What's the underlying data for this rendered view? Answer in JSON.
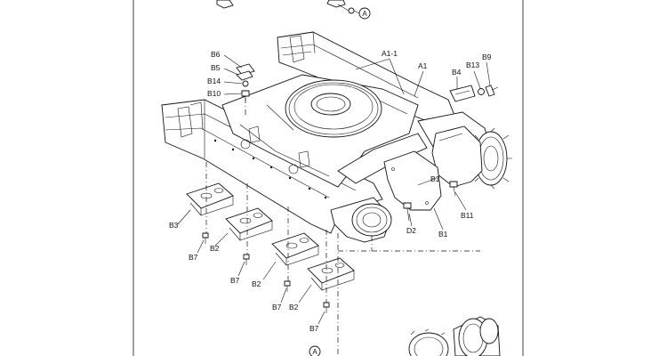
{
  "labels": {
    "A": "A",
    "A1_1": "A1-1",
    "A1": "A1",
    "B1_top": "B1",
    "B1_bottom": "B1",
    "B2_1": "B2",
    "B2_2": "B2",
    "B2_3": "B2",
    "B3": "B3",
    "B4": "B4",
    "B5": "B5",
    "B6": "B6",
    "B7_1": "B7",
    "B7_2": "B7",
    "B7_3": "B7",
    "B7_4": "B7",
    "B9": "B9",
    "B10": "B10",
    "B11": "B11",
    "B13": "B13",
    "B14": "B14",
    "D2": "D2"
  }
}
